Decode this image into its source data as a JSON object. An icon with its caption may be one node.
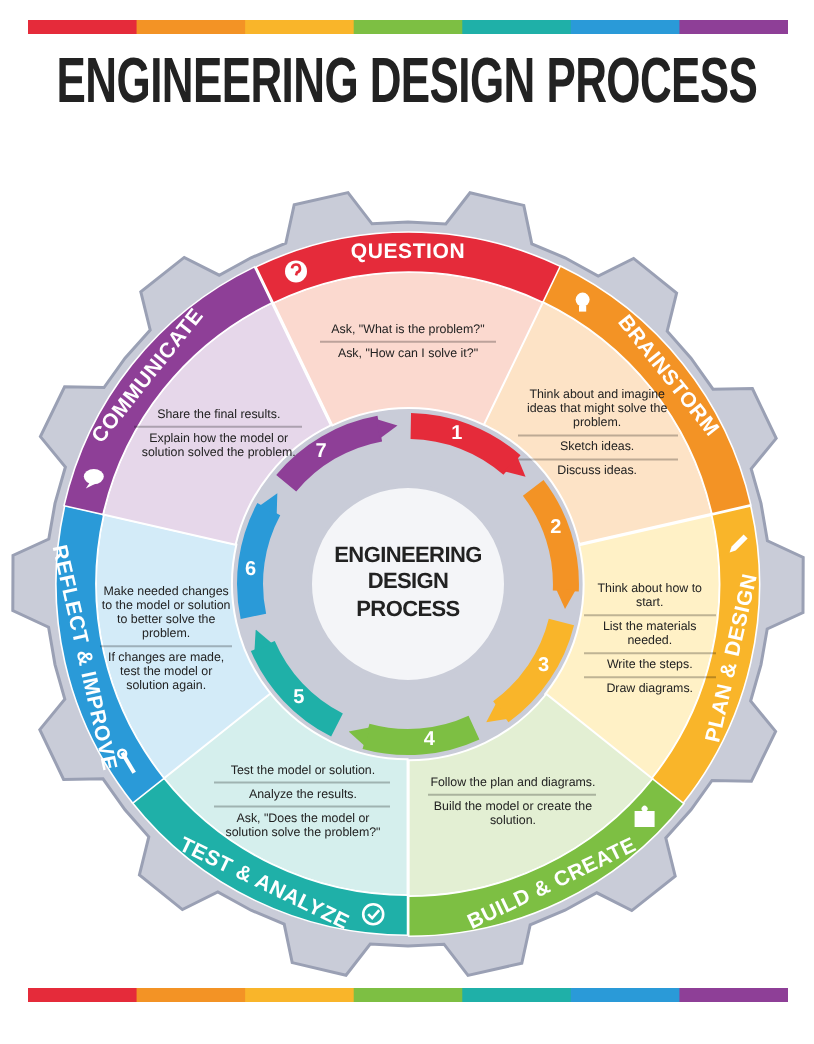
{
  "diagram": {
    "title": "ENGINEERING DESIGN PROCESS",
    "nodes": [
      {
        "text": [
          "ENGINEERING DESIGN PROCESS"
        ]
      },
      {
        "text": [
          "QUESTION",
          "Ask, \"What is the problem?\"",
          "Ask, \"How can I solve it?\""
        ]
      },
      {
        "text": [
          "BRAINSTORM",
          "Think about and imagine ideas that might solve the problem.",
          "Sketch ideas.",
          "Discuss ideas."
        ]
      },
      {
        "text": [
          "PLAN & DESIGN",
          "Think about how to start.",
          "List the materials needed.",
          "Write the steps.",
          "Draw diagrams."
        ]
      },
      {
        "text": [
          "BUILD & CREATE",
          "Follow the plan and diagrams.",
          "Build the model or create the solution."
        ]
      },
      {
        "text": [
          "TEST & ANALYZE",
          "Test the model or solution.",
          "Analyze the results.",
          "Ask, \"Does the model or solution solve the problem?\""
        ]
      },
      {
        "text": [
          "REFLECT & IMPROVE",
          "Make needed changes to the model or solution to better solve the problem.",
          "If changes are made, test the model or solution again."
        ]
      },
      {
        "text": [
          "COMMUNICATE",
          "Share the final results.",
          "Explain how the model or solution solved the problem."
        ]
      }
    ],
    "edges": [
      {
        "from": 1,
        "to": 2,
        "arrow": "to",
        "label": "1",
        "color": "#e52b3a"
      },
      {
        "from": 2,
        "to": 3,
        "arrow": "to",
        "label": "2",
        "color": "#f39325"
      },
      {
        "from": 3,
        "to": 4,
        "arrow": "to",
        "label": "3",
        "color": "#f9b52a"
      },
      {
        "from": 4,
        "to": 5,
        "arrow": "to",
        "label": "4",
        "color": "#7dbf43"
      },
      {
        "from": 5,
        "to": 6,
        "arrow": "to",
        "label": "5",
        "color": "#1fb0a8"
      },
      {
        "from": 6,
        "to": 7,
        "arrow": "to",
        "label": "6",
        "color": "#2a9ad8"
      },
      {
        "from": 7,
        "to": 1,
        "arrow": "to",
        "label": "7",
        "color": "#8e3f97"
      }
    ]
  }
}
